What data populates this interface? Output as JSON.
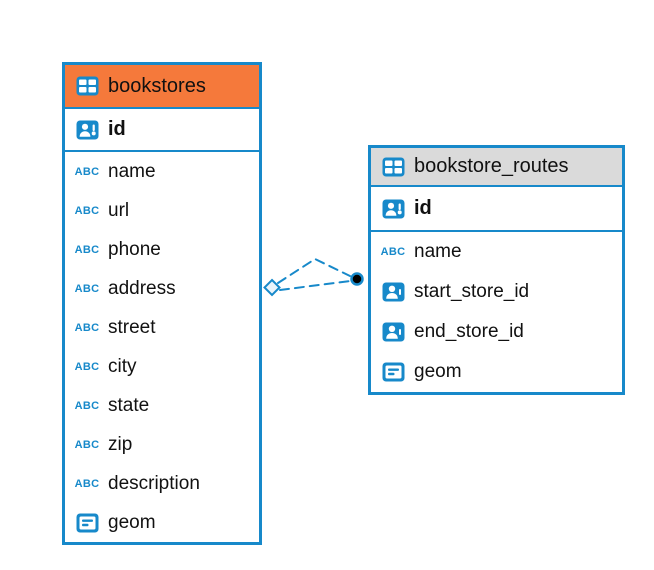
{
  "canvas": {
    "background": "#ffffff"
  },
  "colors": {
    "table_border": "#1789ca",
    "bookstores_header_bg": "#f5793b",
    "bookstore_routes_header_bg": "#dadada",
    "icon_blue": "#1789ca",
    "connector": "#1789ca",
    "connector_dot": "#000000"
  },
  "icons": {
    "table": "table-grid-icon",
    "primary_key": "person-key-icon",
    "reference": "person-icon",
    "geometry": "geometry-icon",
    "text_type_label": "ABC"
  },
  "tables": {
    "bookstores": {
      "title": "bookstores",
      "primary_key": {
        "label": "id"
      },
      "fields": [
        {
          "label": "name",
          "type": "text"
        },
        {
          "label": "url",
          "type": "text"
        },
        {
          "label": "phone",
          "type": "text"
        },
        {
          "label": "address",
          "type": "text"
        },
        {
          "label": "street",
          "type": "text"
        },
        {
          "label": "city",
          "type": "text"
        },
        {
          "label": "state",
          "type": "text"
        },
        {
          "label": "zip",
          "type": "text"
        },
        {
          "label": "description",
          "type": "text"
        },
        {
          "label": "geom",
          "type": "geometry"
        }
      ]
    },
    "bookstore_routes": {
      "title": "bookstore_routes",
      "primary_key": {
        "label": "id"
      },
      "fields": [
        {
          "label": "name",
          "type": "text"
        },
        {
          "label": "start_store_id",
          "type": "reference"
        },
        {
          "label": "end_store_id",
          "type": "reference"
        },
        {
          "label": "geom",
          "type": "geometry"
        }
      ]
    }
  },
  "relationship": {
    "from": "bookstores",
    "to": "bookstore_routes",
    "line_style": "dashed"
  }
}
